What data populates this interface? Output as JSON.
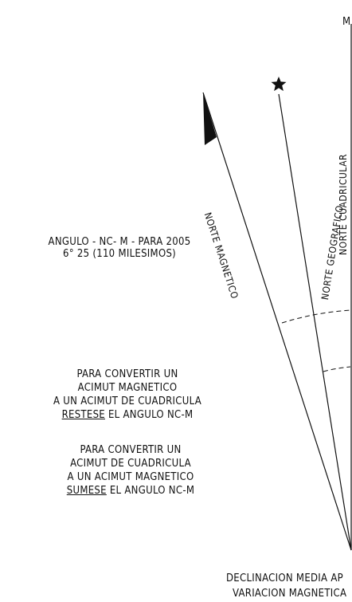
{
  "corner_label": "M",
  "angle_note": {
    "line1": "ANGULO - NC- M - PARA 2005",
    "line2": "6° 25 (110 MILESIMOS)"
  },
  "instruction_1": {
    "line1": "PARA CONVERTIR UN",
    "line2": "ACIMUT MAGNETICO",
    "line3": "A UN ACIMUT DE CUADRICULA",
    "line4_underlined": "RESTESE",
    "line4_rest": " EL ANGULO NC-M"
  },
  "instruction_2": {
    "line1": "PARA CONVERTIR UN",
    "line2": "ACIMUT DE CUADRICULA",
    "line3": "A UN ACIMUT MAGNETICO",
    "line4_underlined": "SUMESE",
    "line4_rest": " EL ANGULO NC-M"
  },
  "line_labels": {
    "magnetic": "NORTE MAGNETICO",
    "geographic": "NORTE GEOGRAFICO",
    "grid": "NORTE CUADRICULAR"
  },
  "footer": {
    "line1": "DECLINACION MEDIA AP",
    "line2": "VARIACION MAGNETICA"
  },
  "symbols": {
    "geographic_north": "star-icon",
    "magnetic_north": "half-arrow-icon"
  },
  "colors": {
    "ink": "#111111",
    "background": "#ffffff"
  }
}
